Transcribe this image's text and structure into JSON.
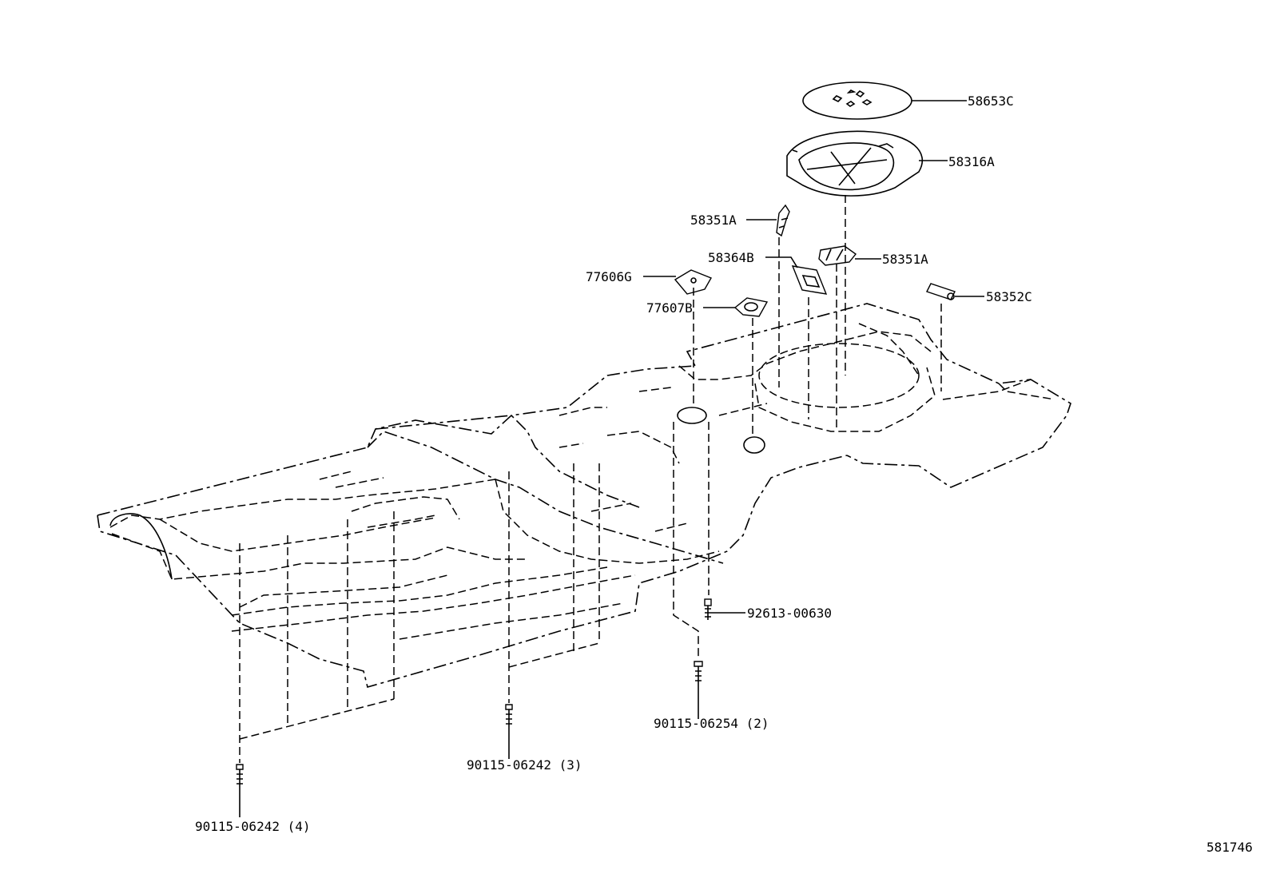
{
  "diagram": {
    "callouts": [
      {
        "id": "p58653c",
        "text": "58653C"
      },
      {
        "id": "p58316a",
        "text": "58316A"
      },
      {
        "id": "p58351a_left",
        "text": "58351A"
      },
      {
        "id": "p58364b",
        "text": "58364B"
      },
      {
        "id": "p58351a_right",
        "text": "58351A"
      },
      {
        "id": "p77606g",
        "text": "77606G"
      },
      {
        "id": "p58352c",
        "text": "58352C"
      },
      {
        "id": "p77607b",
        "text": "77607B"
      },
      {
        "id": "p92613",
        "text": "92613-00630"
      },
      {
        "id": "p90115_2",
        "text": "90115-06254 (2)"
      },
      {
        "id": "p90115_3",
        "text": "90115-06242 (3)"
      },
      {
        "id": "p90115_4",
        "text": "90115-06242 (4)"
      }
    ],
    "figure_number": "581746"
  }
}
